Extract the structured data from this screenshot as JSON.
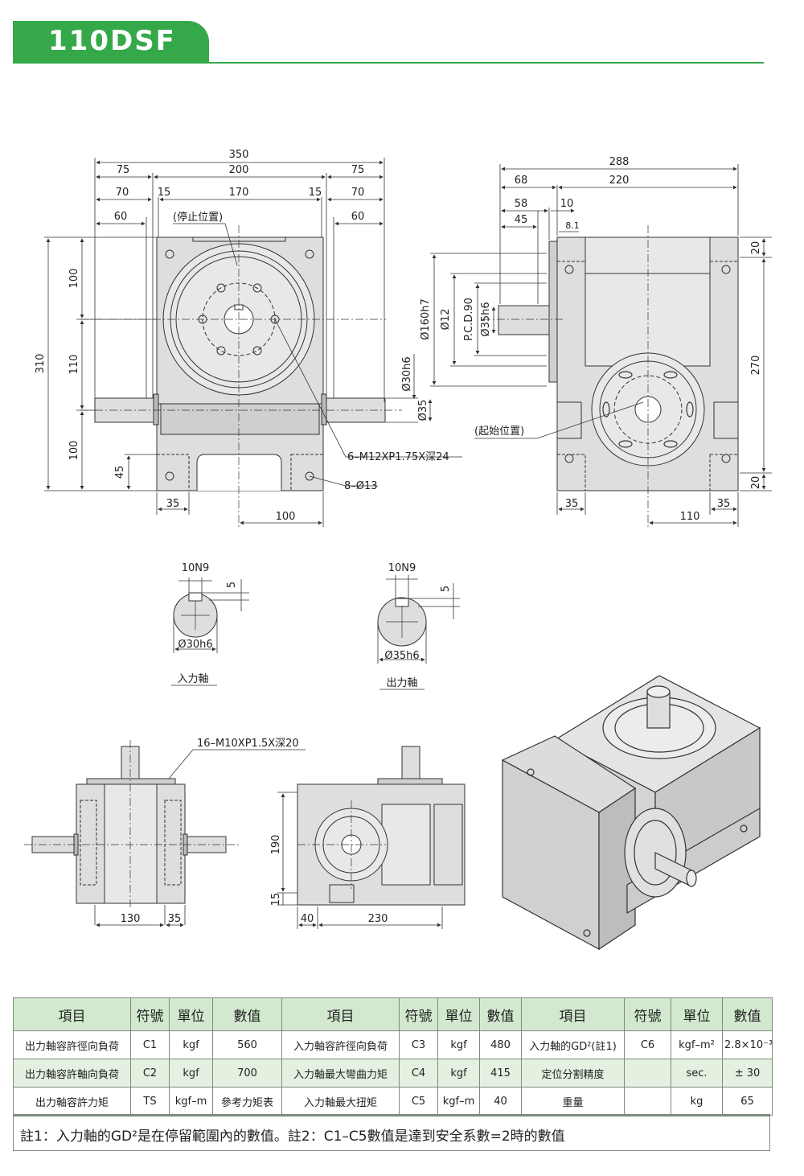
{
  "model": "110DSF",
  "views": {
    "front": {
      "dims_top": [
        "350",
        "75",
        "200",
        "75",
        "70",
        "15",
        "170",
        "15",
        "70",
        "60",
        "60"
      ],
      "dims_left": [
        "310",
        "100",
        "110",
        "100",
        "45"
      ],
      "dims_bottom": [
        "35",
        "100"
      ],
      "callouts": {
        "stop_position": "(停止位置)",
        "thread": "6–M12XP1.75X深24",
        "holes": "8–Ø13"
      },
      "shaft_dims": [
        "Ø30h6",
        "Ø35"
      ]
    },
    "side": {
      "dims_top": [
        "288",
        "68",
        "220",
        "58",
        "10",
        "45",
        "8.1"
      ],
      "dims_left": [
        "Ø160h7",
        "Ø12",
        "P.C.D.90",
        "Ø35h6"
      ],
      "dims_right": [
        "20",
        "270",
        "20"
      ],
      "dims_bottom": [
        "35",
        "110",
        "35"
      ],
      "callouts": {
        "start_position": "(起始位置)"
      }
    },
    "shaft_input": {
      "key": "10N9",
      "depth": "5",
      "dia": "Ø30h6",
      "caption": "入力軸"
    },
    "shaft_output": {
      "key": "10N9",
      "depth": "5",
      "dia": "Ø35h6",
      "caption": "出力軸"
    },
    "top": {
      "callout": "16–M10XP1.5X深20",
      "dims": [
        "130",
        "35"
      ]
    },
    "bottom": {
      "dims_left": [
        "190",
        "15"
      ],
      "dims_bottom": [
        "40",
        "230"
      ]
    }
  },
  "table": {
    "headers": [
      "項目",
      "符號",
      "單位",
      "數值",
      "項目",
      "符號",
      "單位",
      "數值",
      "項目",
      "符號",
      "單位",
      "數值"
    ],
    "rows": [
      [
        "出力軸容許徑向負荷",
        "C1",
        "kgf",
        "560",
        "入力軸容許徑向負荷",
        "C3",
        "kgf",
        "480",
        "入力軸的GD²(註1)",
        "C6",
        "kgf–m²",
        "2.8×10⁻³"
      ],
      [
        "出力軸容許軸向負荷",
        "C2",
        "kgf",
        "700",
        "入力軸最大彎曲力矩",
        "C4",
        "kgf",
        "415",
        "定位分割精度",
        "",
        "sec.",
        "± 30"
      ],
      [
        "出力軸容許力矩",
        "TS",
        "kgf–m",
        "參考力矩表",
        "入力軸最大扭矩",
        "C5",
        "kgf–m",
        "40",
        "重量",
        "",
        "kg",
        "65"
      ]
    ],
    "note": "註1：入力軸的GD²是在停留範圍內的數值。註2：C1–C5數值是達到安全系數=2時的數值"
  },
  "colors": {
    "accent": "#35a94a",
    "table_header": "#d3e9cf",
    "table_alt": "#e4f1e1",
    "body_fill": "#dedede"
  }
}
